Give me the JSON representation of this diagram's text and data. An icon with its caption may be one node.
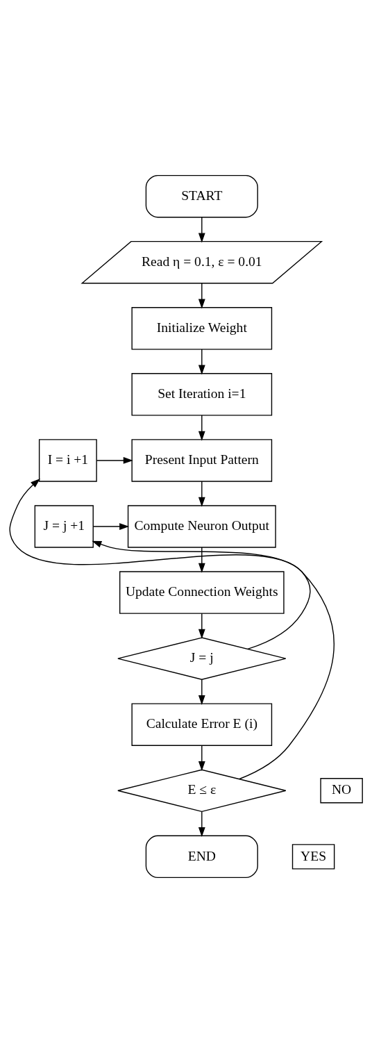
{
  "diagram": {
    "nodes": [
      {
        "text": [
          "START"
        ]
      },
      {
        "text": [
          "Read η = 0.1, ε = 0.01"
        ]
      },
      {
        "text": [
          "Initialize Weight"
        ]
      },
      {
        "text": [
          "Set Iteration i=1"
        ]
      },
      {
        "text": [
          "I = i +1"
        ]
      },
      {
        "text": [
          "Present Input Pattern"
        ]
      },
      {
        "text": [
          "J = j +1"
        ]
      },
      {
        "text": [
          "Compute Neuron Output"
        ]
      },
      {
        "text": [
          "Update Connection Weights"
        ]
      },
      {
        "text": [
          "J = j"
        ]
      },
      {
        "text": [
          "Calculate Error E (i)"
        ]
      },
      {
        "text": [
          "E ≤ ε"
        ]
      },
      {
        "text": [
          "NO"
        ]
      },
      {
        "text": [
          "YES"
        ]
      },
      {
        "text": [
          "END"
        ]
      }
    ],
    "edges": [
      {
        "from": 0,
        "to": 1,
        "arrow": "to"
      },
      {
        "from": 1,
        "to": 2,
        "arrow": "to"
      },
      {
        "from": 2,
        "to": 3,
        "arrow": "to"
      },
      {
        "from": 3,
        "to": 5,
        "arrow": "to"
      },
      {
        "from": 4,
        "to": 5,
        "arrow": "to"
      },
      {
        "from": 5,
        "to": 7,
        "arrow": "to"
      },
      {
        "from": 6,
        "to": 7,
        "arrow": "to"
      },
      {
        "from": 7,
        "to": 8,
        "arrow": "to"
      },
      {
        "from": 8,
        "to": 9,
        "arrow": "to"
      },
      {
        "from": 9,
        "to": 6,
        "arrow": "to"
      },
      {
        "from": 9,
        "to": 10,
        "arrow": "to"
      },
      {
        "from": 10,
        "to": 11,
        "arrow": "to"
      },
      {
        "from": 11,
        "to": 4,
        "arrow": "to"
      },
      {
        "from": 11,
        "to": 14,
        "arrow": "to"
      }
    ]
  }
}
